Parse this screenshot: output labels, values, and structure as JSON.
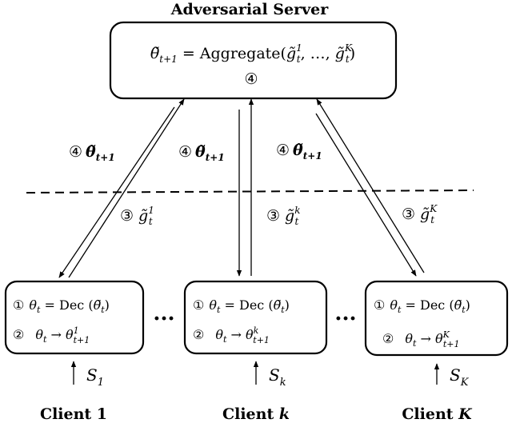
{
  "server": {
    "title": "Adversarial Server",
    "formula_lhs": "θ̃",
    "formula_lhs_sub": "t+1",
    "formula_eq": " = Aggregate(",
    "formula_g1": "g̃",
    "formula_g1_sub": "t",
    "formula_g1_sup": "1",
    "formula_mid": ", …, ",
    "formula_gk": "g̃",
    "formula_gk_sub": "t",
    "formula_gk_sup": "K",
    "formula_close": ")",
    "step": "④"
  },
  "downlink_labels": [
    {
      "step": "④",
      "symbol": "θ̃",
      "sub": "t+1"
    },
    {
      "step": "④",
      "symbol": "θ̃",
      "sub": "t+1"
    },
    {
      "step": "④",
      "symbol": "θ̃",
      "sub": "t+1"
    }
  ],
  "uplink_labels": [
    {
      "step": "③",
      "symbol": "g̃",
      "sub": "t",
      "sup": "1"
    },
    {
      "step": "③",
      "symbol": "g̃",
      "sub": "t",
      "sup": "k"
    },
    {
      "step": "③",
      "symbol": "g̃",
      "sub": "t",
      "sup": "K"
    }
  ],
  "clients": [
    {
      "step1": "①",
      "step1_theta": "θ",
      "step1_sub": "t",
      "step1_eq": " = Dec (",
      "step1_arg": "θ̃",
      "step1_arg_sub": "t",
      "step1_close": ")",
      "step2": "②",
      "step2_theta": "θ",
      "step2_sub": "t",
      "step2_arrow": " → ",
      "step2_res": "θ",
      "step2_res_sub": "t+1",
      "step2_res_sup": "1",
      "data_symbol": "S",
      "data_sub": "1",
      "name": "Client 1"
    },
    {
      "step1": "①",
      "step1_theta": "θ",
      "step1_sub": "t",
      "step1_eq": " = Dec (",
      "step1_arg": "θ̃",
      "step1_arg_sub": "t",
      "step1_close": ")",
      "step2": "②",
      "step2_theta": "θ",
      "step2_sub": "t",
      "step2_arrow": " → ",
      "step2_res": "θ",
      "step2_res_sub": "t+1",
      "step2_res_sup": "k",
      "data_symbol": "S",
      "data_sub": "k",
      "name": "Client ",
      "name_var": "k"
    },
    {
      "step1": "①",
      "step1_theta": "θ",
      "step1_sub": "t",
      "step1_eq": " = Dec (",
      "step1_arg": "θ̃",
      "step1_arg_sub": "t",
      "step1_close": ")",
      "step2": "②",
      "step2_theta": "θ",
      "step2_sub": "t",
      "step2_arrow": " → ",
      "step2_res": "θ",
      "step2_res_sub": "t+1",
      "step2_res_sup": "K",
      "data_symbol": "S",
      "data_sub": "K",
      "name": "Client ",
      "name_var": "K"
    }
  ],
  "ellipsis": [
    "···",
    "···"
  ]
}
